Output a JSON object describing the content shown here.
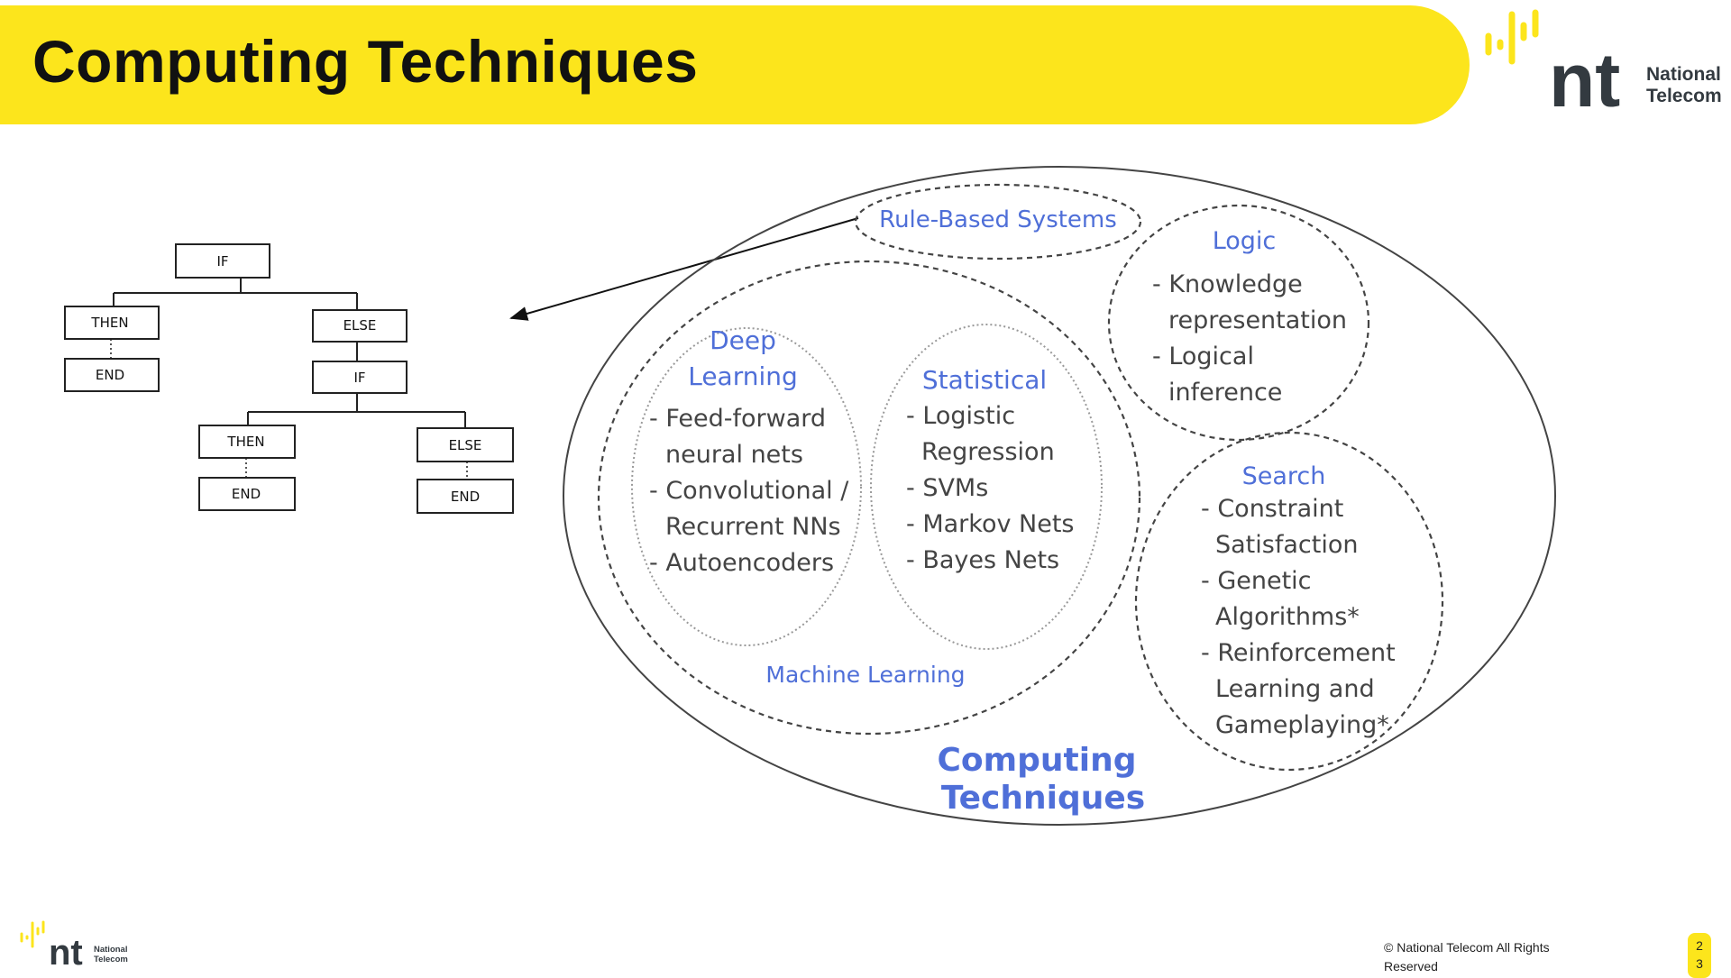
{
  "header": {
    "title": "Computing Techniques"
  },
  "logo": {
    "mark": "nt",
    "line1": "National",
    "line2": "Telecom"
  },
  "flowchart": {
    "root": "IF",
    "then1": "THEN",
    "end1": "END",
    "else1": "ELSE",
    "if2": "IF",
    "then2": "THEN",
    "end2": "END",
    "else2": "ELSE",
    "end3": "END"
  },
  "venn": {
    "outer_title_1": "Computing",
    "outer_title_2": "Techniques",
    "rule_based": "Rule-Based Systems",
    "machine_learning": "Machine Learning",
    "deep_learning": {
      "title_1": "Deep",
      "title_2": "Learning",
      "lines": [
        "- Feed-forward",
        "neural nets",
        "- Convolutional /",
        "Recurrent NNs",
        "- Autoencoders"
      ]
    },
    "statistical": {
      "title": "Statistical",
      "lines": [
        "- Logistic",
        "Regression",
        "- SVMs",
        "- Markov Nets",
        "- Bayes Nets"
      ]
    },
    "logic": {
      "title": "Logic",
      "lines": [
        "- Knowledge",
        "representation",
        "- Logical",
        "inference"
      ]
    },
    "search": {
      "title": "Search",
      "lines": [
        "- Constraint",
        "Satisfaction",
        "- Genetic",
        "Algorithms*",
        "- Reinforcement",
        "Learning and",
        "Gameplaying*"
      ]
    }
  },
  "footer": {
    "copyright_1": "© National Telecom All Rights",
    "copyright_2": "Reserved",
    "page_1": "2",
    "page_2": "3"
  },
  "colors": {
    "brand_yellow": "#fce51c",
    "accent_blue": "#4f6fd8",
    "logo_gray": "#333a40"
  }
}
